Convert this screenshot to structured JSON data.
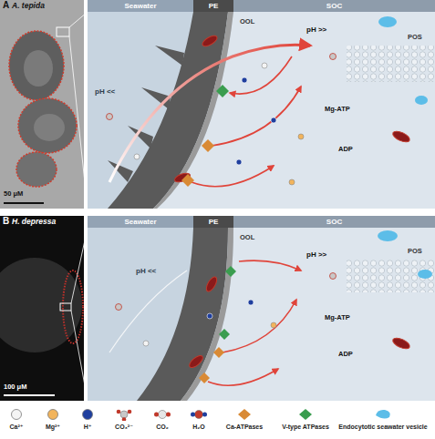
{
  "diagram": {
    "nodes": [
      {
        "text": [
          "A. tepida",
          "50 μM"
        ]
      },
      {
        "text": [
          "Seawater"
        ]
      },
      {
        "text": [
          "PE"
        ]
      },
      {
        "text": [
          "SOC"
        ]
      },
      {
        "text": [
          "H. depressa",
          "100 μM"
        ]
      },
      {
        "text": [
          "Seawater"
        ]
      },
      {
        "text": [
          "PE"
        ]
      },
      {
        "text": [
          "SOC"
        ]
      }
    ],
    "labels": [
      "A",
      "OOL",
      "POS",
      "pH <<",
      "pH >>",
      "Mg-ATP",
      "ADP",
      "B",
      "OOL",
      "POS",
      "pH <<",
      "pH >>",
      "Mg-ATP",
      "ADP"
    ],
    "legend": [
      {
        "text": "Ca²⁺",
        "color": "#f4f4f4"
      },
      {
        "text": "Mg²⁺",
        "color": "#f2b45c"
      },
      {
        "text": "H⁺",
        "color": "#1f3f9e"
      },
      {
        "text": "CO₃²⁻",
        "color": "#c8c8c8"
      },
      {
        "text": "CO₂",
        "color": "#e6e6e6"
      },
      {
        "text": "H₂O",
        "color": "#c0392b"
      },
      {
        "text": "Ca-ATPases",
        "color": "#d98a35"
      },
      {
        "text": "V-type ATPases",
        "color": "#3a9d4f"
      },
      {
        "text": "Endocytotic seawater vesicle",
        "color": "#5cbde8"
      }
    ]
  }
}
